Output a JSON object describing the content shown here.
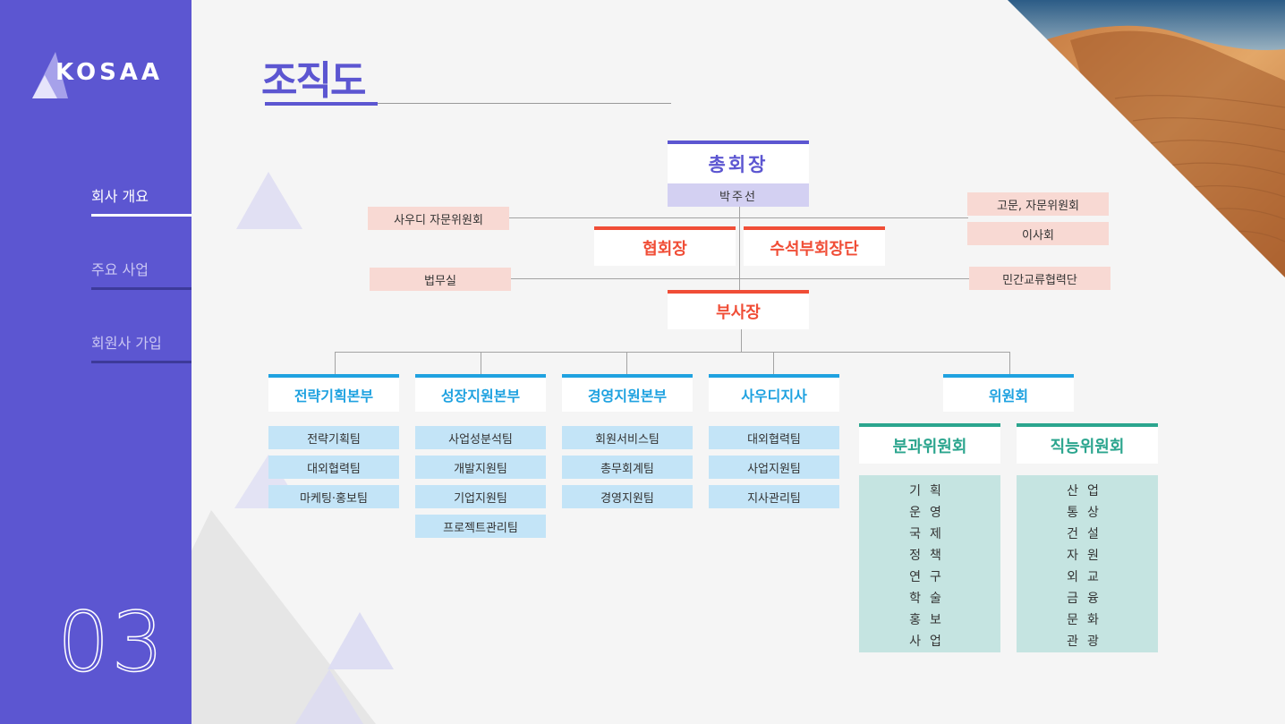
{
  "sidebar": {
    "logo": "KOSAA",
    "nav": [
      {
        "label": "회사 개요",
        "active": true
      },
      {
        "label": "주요 사업",
        "active": false
      },
      {
        "label": "회원사 가입",
        "active": false
      }
    ],
    "page_number": "03"
  },
  "page": {
    "title": "조직도"
  },
  "org": {
    "president": {
      "title": "총회장",
      "name": "박주선"
    },
    "saudi_advisory": "사우디 자문위원회",
    "legal": "법무실",
    "advisors": "고문, 자문위원회",
    "board": "이사회",
    "civil_exchange": "민간교류협력단",
    "chairman": "협회장",
    "senior_vp": "수석부회장단",
    "vp": "부사장",
    "divisions": [
      {
        "title": "전략기획본부",
        "teams": [
          "전략기획팀",
          "대외협력팀",
          "마케팅·홍보팀"
        ]
      },
      {
        "title": "성장지원본부",
        "teams": [
          "사업성분석팀",
          "개발지원팀",
          "기업지원팀",
          "프로젝트관리팀"
        ]
      },
      {
        "title": "경영지원본부",
        "teams": [
          "회원서비스팀",
          "총무회계팀",
          "경영지원팀"
        ]
      },
      {
        "title": "사우디지사",
        "teams": [
          "대외협력팀",
          "사업지원팀",
          "지사관리팀"
        ]
      }
    ],
    "committee": {
      "title": "위원회",
      "subcommittees": [
        {
          "title": "분과위원회",
          "items": [
            "기획",
            "운영",
            "국제",
            "정책",
            "연구",
            "학술",
            "홍보",
            "사업"
          ]
        },
        {
          "title": "직능위원회",
          "items": [
            "산업",
            "통상",
            "건설",
            "자원",
            "외교",
            "금융",
            "문화",
            "관광"
          ]
        }
      ]
    }
  },
  "colors": {
    "sidebar": "#5c56d1",
    "accent_purple": "#5c56d1",
    "accent_red": "#f04d36",
    "accent_blue": "#1fa2e0",
    "accent_green": "#2ba58e"
  }
}
